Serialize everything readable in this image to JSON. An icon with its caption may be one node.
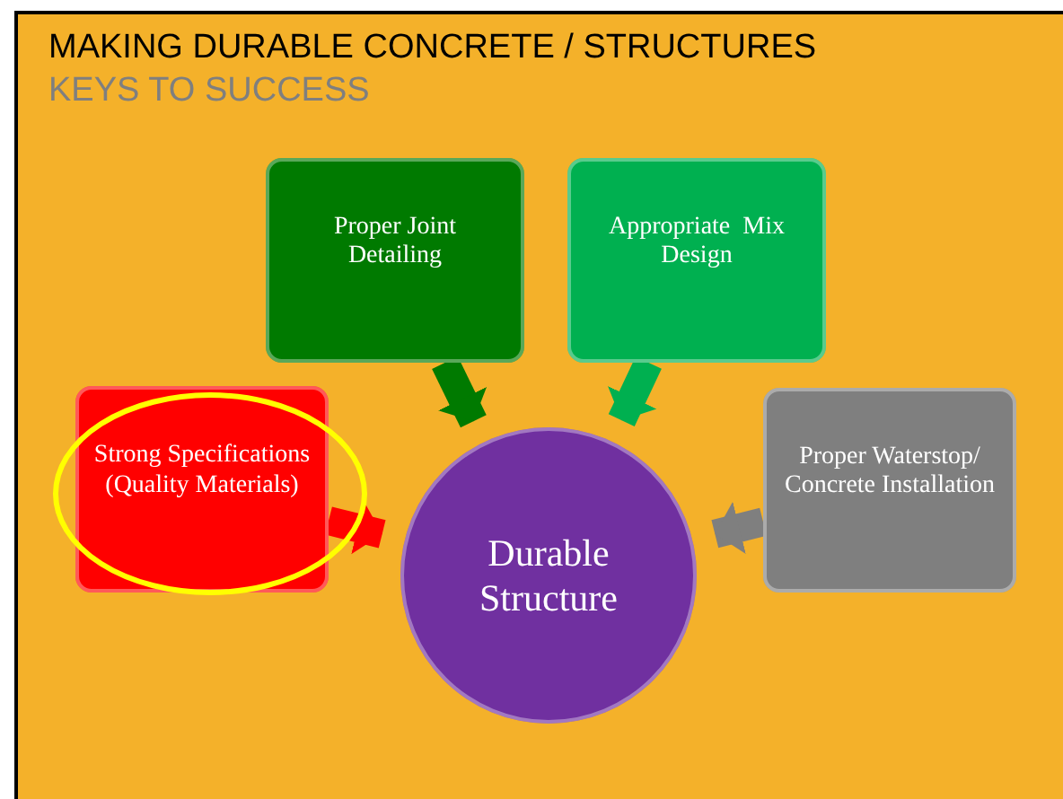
{
  "diagram": {
    "title": "MAKING DURABLE CONCRETE / STRUCTURES",
    "nodes": [
      {
        "text": [
          "Proper Joint Detailing"
        ]
      },
      {
        "text": [
          "Appropriate  Mix Design"
        ]
      },
      {
        "text": [
          "Strong Specifications (Quality Materials)"
        ]
      },
      {
        "text": [
          "Proper Waterstop/ Concrete Installation"
        ]
      },
      {
        "text": [
          "Durable Structure"
        ]
      }
    ],
    "edges": [
      {
        "from": 0,
        "to": 4,
        "arrow": "to",
        "color": "#007a00"
      },
      {
        "from": 1,
        "to": 4,
        "arrow": "to",
        "color": "#00b050"
      },
      {
        "from": 2,
        "to": 4,
        "arrow": "to",
        "color": "#ff0000"
      },
      {
        "from": 3,
        "to": 4,
        "arrow": "to",
        "color": "#7f7f7f"
      }
    ],
    "labels": [
      "KEYS TO SUCCESS"
    ]
  }
}
